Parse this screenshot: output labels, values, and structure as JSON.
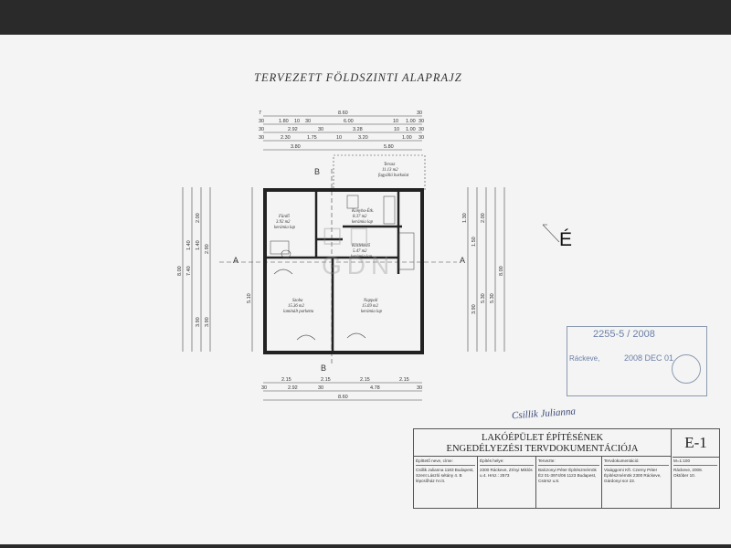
{
  "drawing": {
    "title": "TERVEZETT FÖLDSZINTI ALAPRAJZ",
    "north_label": "É",
    "section_labels": [
      "A",
      "A",
      "B",
      "B"
    ],
    "top_dims": {
      "row1": [
        "7",
        "8.60",
        "30"
      ],
      "row2": [
        "30",
        "1.80",
        "10",
        "30",
        "6.00",
        "10",
        "1.00",
        "30"
      ],
      "row3": [
        "30",
        "2.92",
        "30",
        "3.28",
        "10",
        "1.00",
        "30"
      ],
      "row4": [
        "30",
        "2.30",
        "1.75",
        "10",
        "3.20",
        "1.00",
        "30"
      ],
      "row5": [
        "3.80",
        "5.80"
      ]
    },
    "bottom_dims": {
      "row1": [
        "2.15",
        "2.15",
        "2.15",
        "2.15"
      ],
      "row2": [
        "30",
        "2.92",
        "30",
        "4.78",
        "30"
      ],
      "row3": [
        "8.60"
      ]
    },
    "left_dims": [
      "8.00",
      "7.40",
      "5.10",
      "3.90",
      "3.90",
      "2.90",
      "1.40",
      "1.40",
      "2.00"
    ],
    "right_dims": [
      "8.00",
      "5.30",
      "5.30",
      "3.90",
      "2.00",
      "1.50",
      "1.30"
    ],
    "rooms": [
      {
        "name": "Fürdő",
        "area": "3.92 m2",
        "floor": "kerámia lap"
      },
      {
        "name": "Konyha-Étk.",
        "area": "8.37 m2",
        "floor": "kerámia lap"
      },
      {
        "name": "Közlekedő",
        "area": "5.47 m2",
        "floor": "kerámia lap"
      },
      {
        "name": "Szoba",
        "area": "15.36 m2",
        "floor": "laminált parketta"
      },
      {
        "name": "Nappali",
        "area": "15.69 m2",
        "floor": "kerámia lap"
      },
      {
        "name": "Terasz",
        "area": "11.13 m2",
        "floor": "fagyálló burkolat"
      }
    ]
  },
  "stamp": {
    "number": "2255-5 / 2008",
    "place": "Ráckeve,",
    "date": "2008 DEC 01"
  },
  "signature": "Csillik Julianna",
  "title_block": {
    "project_line1": "LAKÓÉPÜLET ÉPÍTÉSÉNEK",
    "project_line2": "ENGEDÉLYEZÉSI TERVDOKUMENTÁCIÓJA",
    "sheet_code": "E-1",
    "scale": "M=1:100",
    "cells": [
      {
        "header": "Építtető neve, címe:",
        "text": "Csillik Julianna 1183 Budapest, Szent László sétány 4. B lépcsőház IV./4."
      },
      {
        "header": "Építés helye:",
        "text": "2300 Ráckeve, Zrínyi Miklós u.4. Hrsz.: 2573"
      },
      {
        "header": "Tervezte:",
        "text": "Balczonyi Péter Építészmérnök É2 01-3974/06 1123 Budapest, Csörsz u.8."
      },
      {
        "header": "Tervdokumentáció:",
        "text": "Viaággorni Kft. Czerny Péter Építészmérnök 2300 Ráckeve, Gárdonyi sor 23."
      },
      {
        "header": "",
        "text": "Ráckeve, 2008. Október 10."
      }
    ]
  }
}
